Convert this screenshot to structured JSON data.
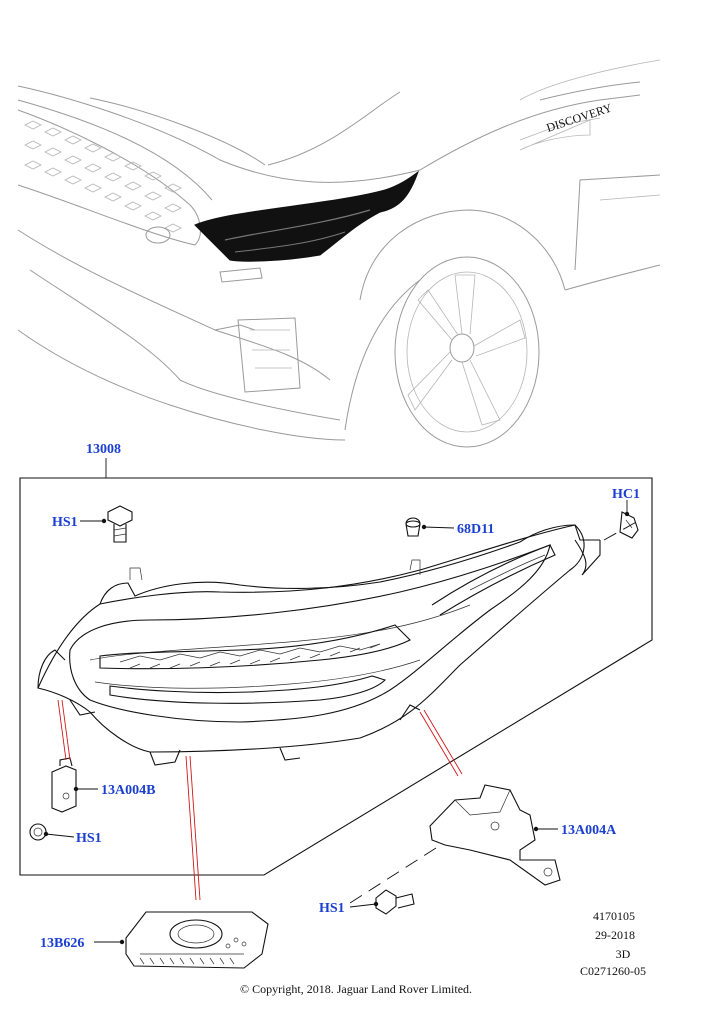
{
  "callouts": {
    "assembly": "13008",
    "hs1_top": "HS1",
    "hc1": "HC1",
    "p68d11": "68D11",
    "p13a004b": "13A004B",
    "hs1_left": "HS1",
    "p13a004a": "13A004A",
    "hs1_bottom": "HS1",
    "p13b626": "13B626"
  },
  "car_badge": "DISCOVERY",
  "info": {
    "ref_number": "4170105",
    "date": "29-2018",
    "view": "3D",
    "code": "C0271260-05"
  },
  "copyright": "© Copyright, 2018. Jaguar Land Rover Limited."
}
